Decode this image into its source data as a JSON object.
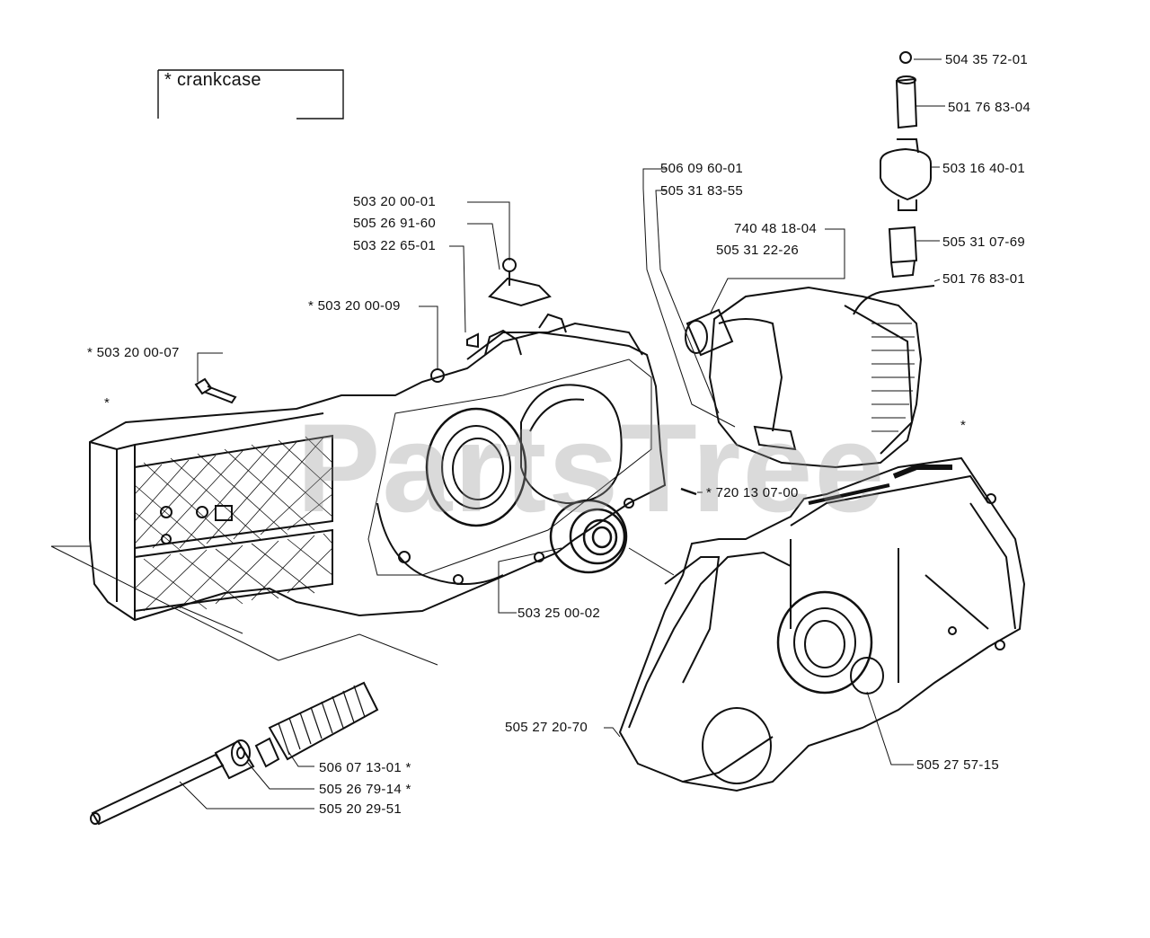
{
  "title": "* crankcase",
  "watermark": "PartsTree",
  "colors": {
    "ink": "#111111",
    "background": "#ffffff",
    "watermark": "#969696"
  },
  "labels": {
    "p1": "504 35 72-01",
    "p2": "501 76 83-04",
    "p3": "503 16 40-01",
    "p4": "505 31 07-69",
    "p5": "501 76 83-01",
    "p6": "506 09 60-01",
    "p7": "505 31 83-55",
    "p8": "740 48 18-04",
    "p9": "505 31 22-26",
    "p10": "503 20 00-01",
    "p11": "505 26 91-60",
    "p12": "503 22 65-01",
    "p13": "* 503 20 00-09",
    "p14": "* 503 20 00-07",
    "p15": "* 720 13 07-00",
    "p16": "503 25 00-02",
    "p17": "505 27 20-70",
    "p18": "505 27 57-15",
    "p19": "506 07 13-01 *",
    "p20": "505 26 79-14 *",
    "p21": "505 20 29-51"
  },
  "markers": {
    "star": "*"
  }
}
